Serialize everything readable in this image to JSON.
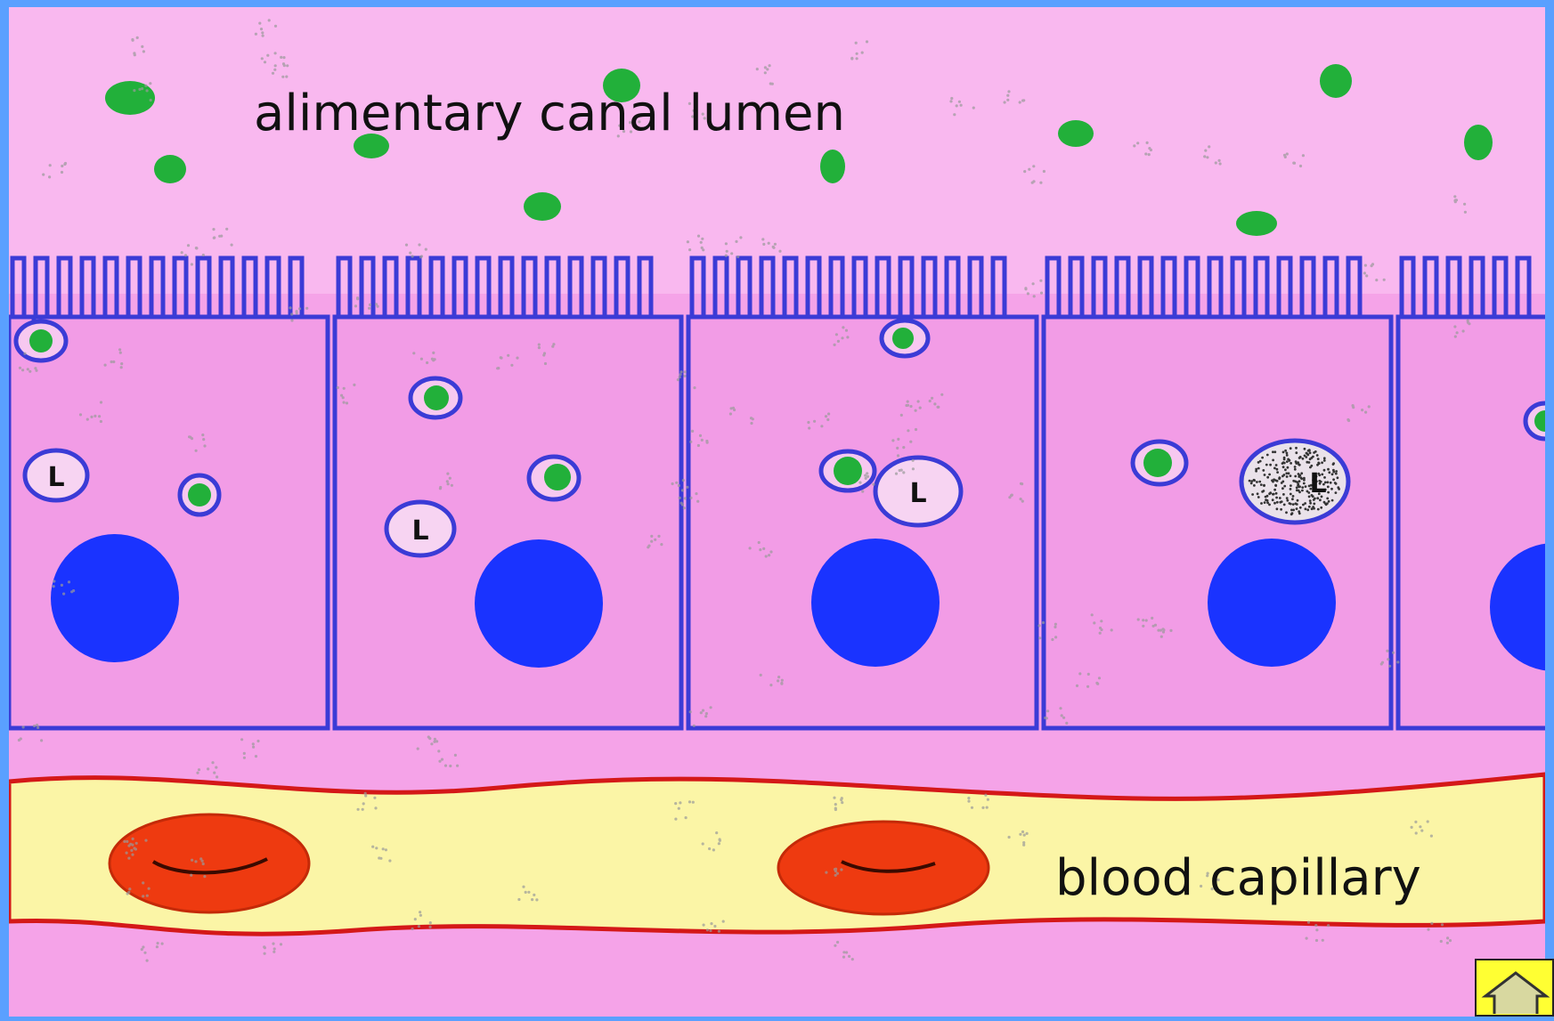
{
  "labels": {
    "lumen": "alimentary canal lumen",
    "capillary": "blood capillary",
    "vesicle_letter": "L"
  },
  "colors": {
    "frame": "#5aa0ff",
    "lumen": "#f9b8ef",
    "cell": "#f29ce6",
    "tissue": "#f5a3e8",
    "membrane": "#3b3bd6",
    "nucleus": "#1a33ff",
    "particle": "#22b03a",
    "capillary": "#fbf5a6",
    "capillary_border": "#d41818",
    "rbc": "#ee3a10",
    "home_button": "#ffff33"
  },
  "icons": {
    "home": "up-arrow-icon"
  }
}
